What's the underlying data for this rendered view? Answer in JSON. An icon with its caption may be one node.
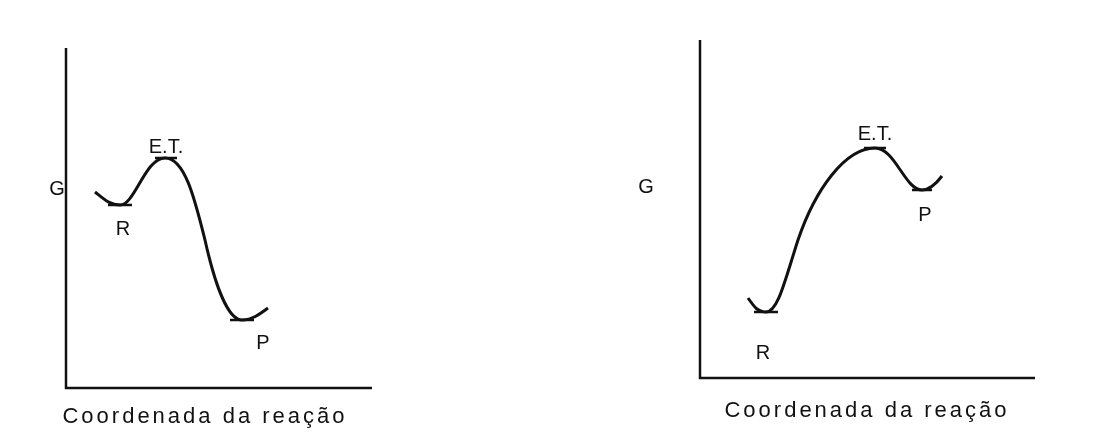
{
  "diagram": {
    "labels": [
      "G",
      "E.T.",
      "R",
      "P",
      "Coordenada da reação",
      "G",
      "E.T.",
      "P",
      "R",
      "Coordenada da reação"
    ]
  }
}
